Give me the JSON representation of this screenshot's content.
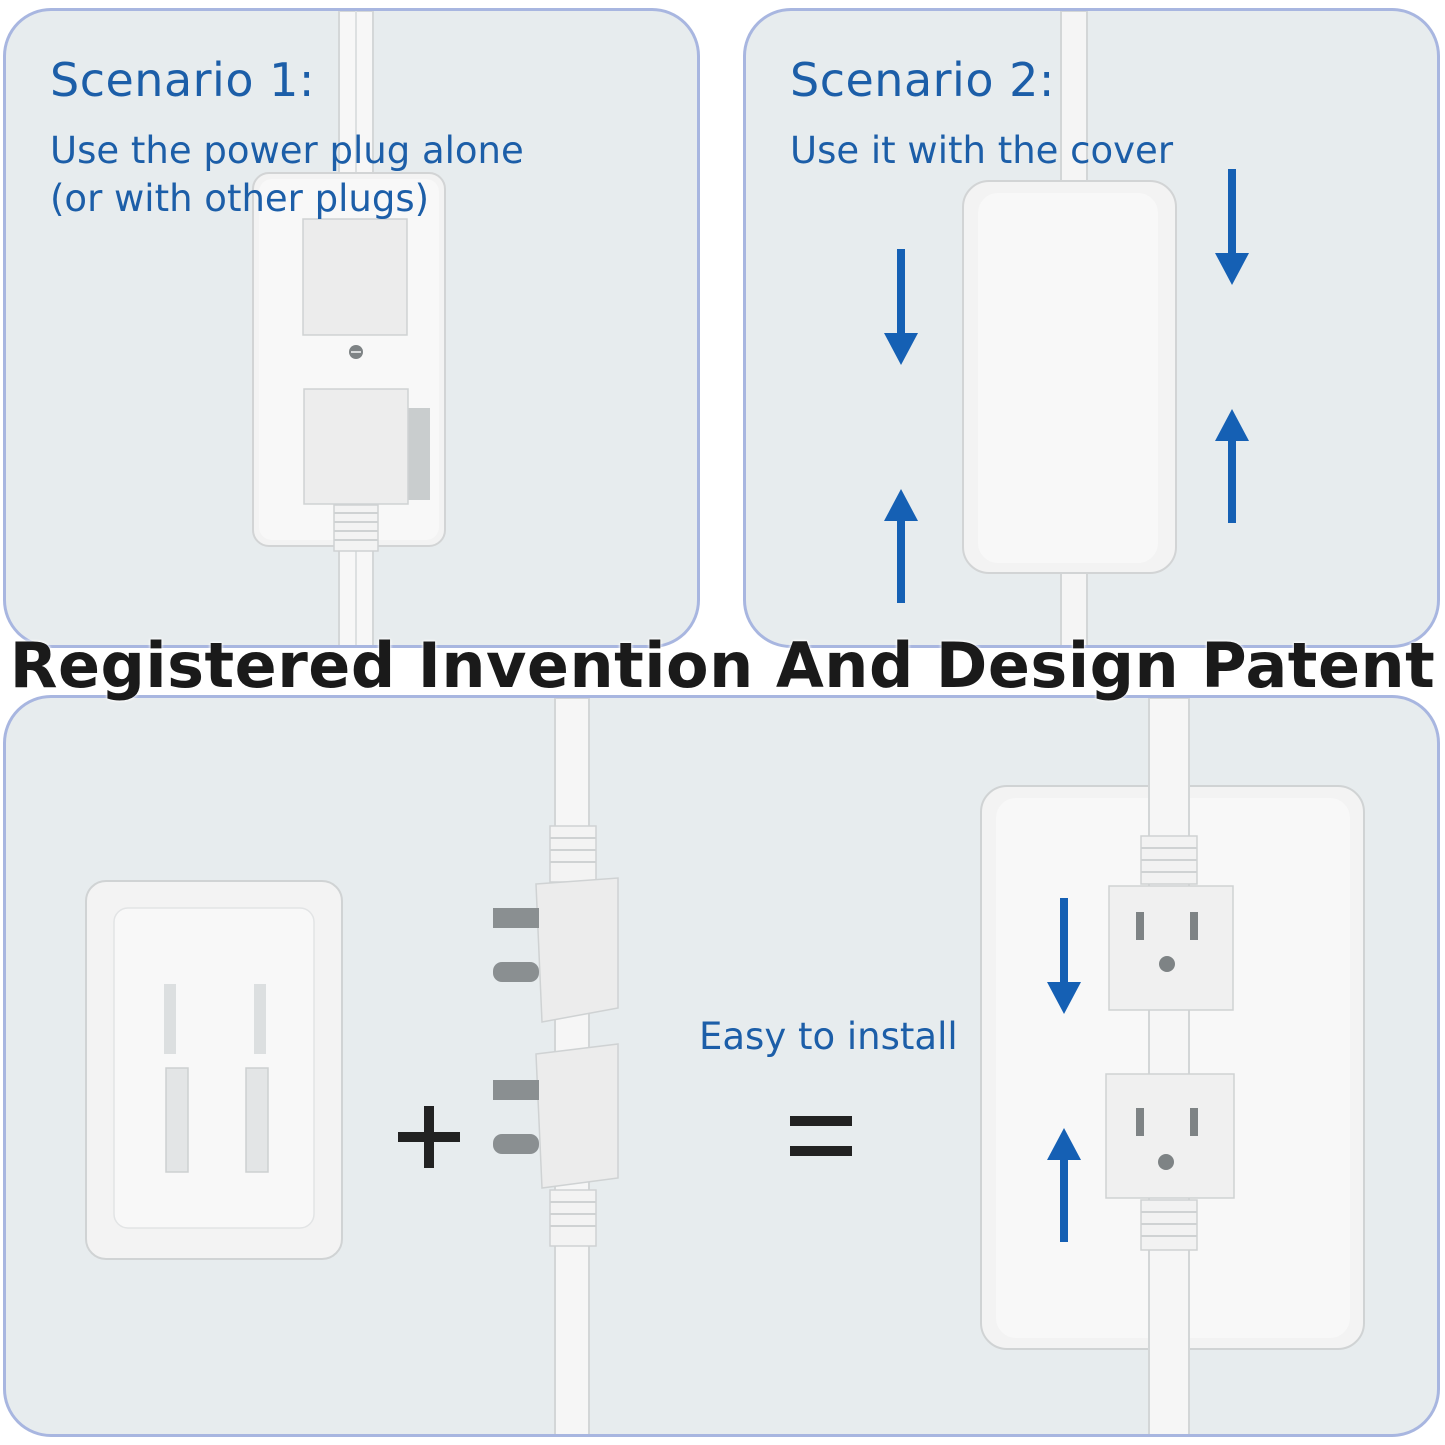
{
  "scenario_1": {
    "title": "Scenario 1:",
    "description_lines": [
      "Use the power plug alone",
      "(or with other plugs)"
    ]
  },
  "scenario_2": {
    "title": "Scenario 2:",
    "description_lines": [
      "Use it with the cover"
    ]
  },
  "banner": {
    "text": "Registered Invention And Design Patent"
  },
  "assembly": {
    "plus_symbol": "+",
    "equals_symbol": "=",
    "label": "Easy to install"
  },
  "colors": {
    "accent_blue": "#1c5ea8",
    "arrow_blue": "#1560b4",
    "panel_background": "#e7ecee",
    "panel_border": "#a8b6e0",
    "banner_text": "#1a1a1a"
  },
  "icons": [
    "down-arrow-icon",
    "up-arrow-icon",
    "plus-icon",
    "equals-icon"
  ]
}
